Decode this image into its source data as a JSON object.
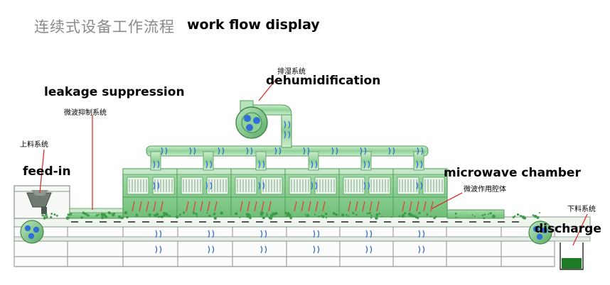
{
  "title": {
    "chinese": "连续式设备工作流程",
    "english": "work flow  display"
  },
  "labels": {
    "dehumidification_cn": "排湿系统",
    "dehumidification_en": "dehumidification",
    "leakage_en": "leakage suppression",
    "leakage_cn": "微波抑制系统",
    "feed_cn": "上料系统",
    "feed_en": "feed-in",
    "chamber_en": "microwave chamber",
    "chamber_cn": "微波作用腔体",
    "discharge_cn": "下料系统",
    "discharge_en": "discharge"
  },
  "colors": {
    "machine_green": "#7ecb85",
    "machine_dark": "#4f9e59",
    "frame_gray": "#9aa39b",
    "air_blue": "#2f6fd8",
    "microwave_red": "#e0403a",
    "pointer_red": "#d9302a",
    "product_green": "#1f7a26"
  }
}
